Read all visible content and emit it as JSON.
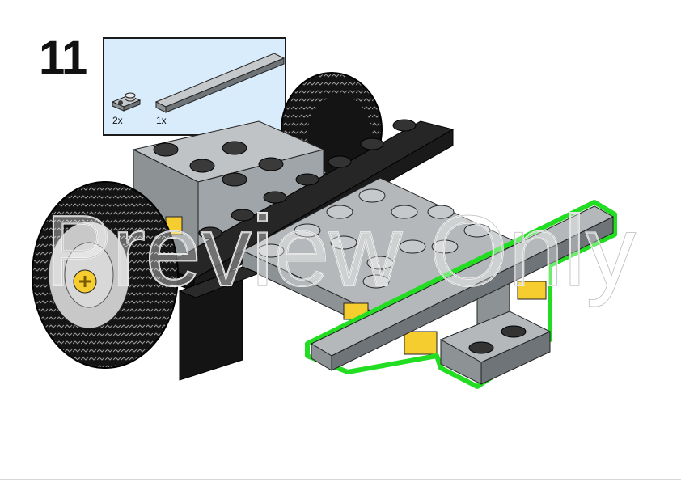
{
  "step": {
    "number": "11"
  },
  "parts_list": {
    "items": [
      {
        "name": "plate-1x1-with-clip",
        "color": "#a0a5a9",
        "quantity": "2x"
      },
      {
        "name": "tile-1x8",
        "color": "#a0a5a9",
        "quantity": "1x"
      }
    ]
  },
  "model": {
    "colors": {
      "tire": "#141414",
      "tire_tread": "#8a8a8a",
      "rim": "#c8c8c8",
      "axle_hub": "#f5cd2f",
      "frame_black": "#1a1a1a",
      "light_gray": "#a0a5a9",
      "light_gray_light": "#c0c3c6",
      "yellow": "#f5cd2f",
      "highlight": "#22dd22"
    }
  },
  "watermark": {
    "text": "Preview Only"
  }
}
